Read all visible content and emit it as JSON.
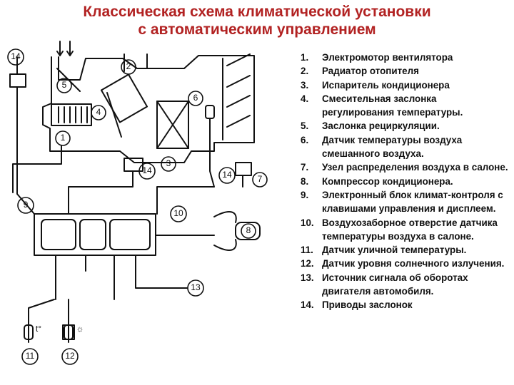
{
  "title": {
    "line1": "Классическая схема климатической установки",
    "line2": "с автоматическим управлением"
  },
  "legend": [
    {
      "num": "1.",
      "text": "Электромотор вентилятора"
    },
    {
      "num": "2.",
      "text": "Радиатор отопителя"
    },
    {
      "num": "3.",
      "text": "Испаритель кондиционера"
    },
    {
      "num": "4.",
      "text": "Смесительная заслонка регулирования температуры."
    },
    {
      "num": "5.",
      "text": "Заслонка рециркуляции."
    },
    {
      "num": "6.",
      "text": "Датчик температуры воздуха смешанного воздуха."
    },
    {
      "num": "7.",
      "text": "Узел распределения воздуха в салоне."
    },
    {
      "num": "8.",
      "text": "Компрессор кондиционера."
    },
    {
      "num": "9.",
      "text": "Электронный блок климат-контроля с клавишами управления и дисплеем."
    },
    {
      "num": "10.",
      "text": "Воздухозаборное отверстие датчика температуры воздуха в салоне."
    },
    {
      "num": "11.",
      "text": "Датчик уличной температуры."
    },
    {
      "num": "12.",
      "text": "Датчик уровня солнечного излучения."
    },
    {
      "num": "13.",
      "text": "Источник сигнала об оборотах двигателя автомобиля."
    },
    {
      "num": "14.",
      "text": "Приводы заслонок"
    }
  ],
  "diagram": {
    "callouts": [
      "14",
      "2",
      "5",
      "6",
      "4",
      "1",
      "14",
      "3",
      "14",
      "7",
      "9",
      "10",
      "8",
      "13",
      "11",
      "12"
    ],
    "sensor_marks": [
      "t°",
      "☼"
    ]
  }
}
